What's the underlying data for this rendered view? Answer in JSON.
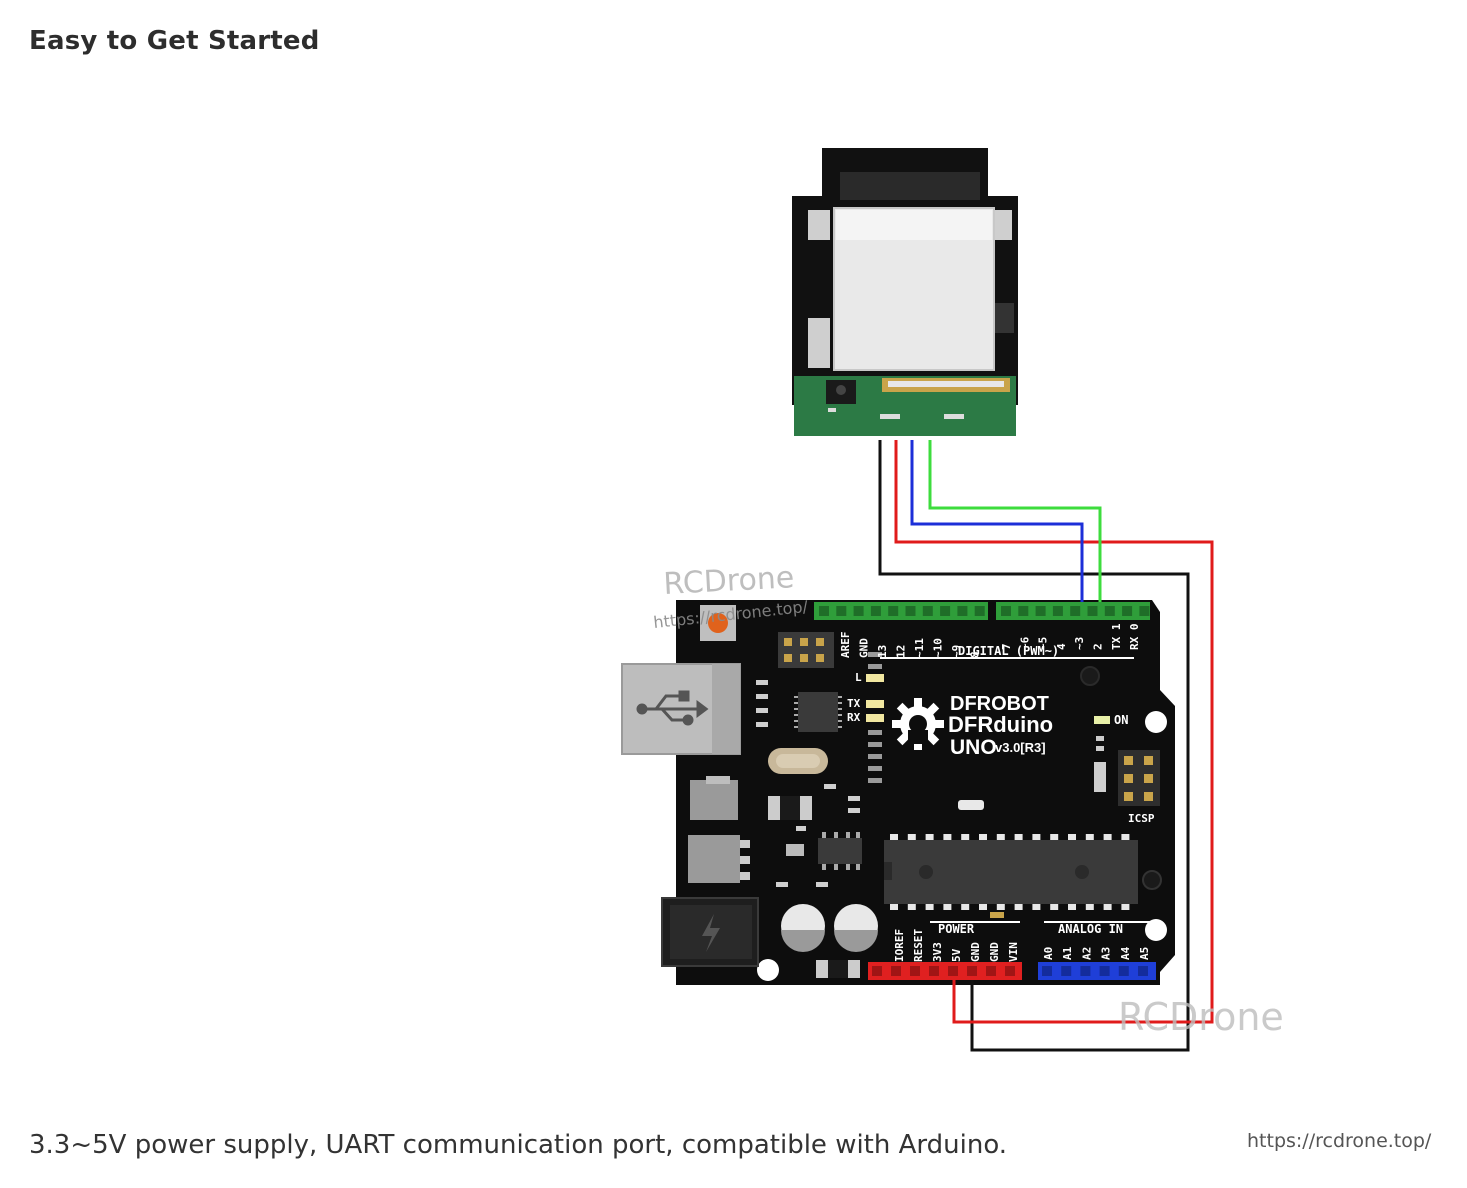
{
  "section_title": "Easy to Get Started",
  "caption": "3.3~5V power supply, UART communication port, compatible with Arduino.",
  "watermark": {
    "brand": "RCDrone",
    "url": "https://rcdrone.top/"
  },
  "board": {
    "brand_line1": "DFROBOT",
    "brand_line2": "DFRduino",
    "model": "UNO",
    "version": "v3.0[R3]",
    "digital_header_label": "DIGITAL (PWM~)",
    "power_header_label": "POWER",
    "analog_header_label": "ANALOG IN",
    "icsp_label": "ICSP",
    "on_label": "ON",
    "l_label": "L",
    "tx_label": "TX",
    "rx_label": "RX",
    "digital_pins": [
      "AREF",
      "GND",
      "13",
      "12",
      "~11",
      "~10",
      "~9",
      "8",
      "7",
      "~6",
      "~5",
      "4",
      "~3",
      "2",
      "TX 1",
      "RX 0"
    ],
    "power_pins": [
      "IOREF",
      "RESET",
      "3V3",
      "5V",
      "GND",
      "GND",
      "VIN"
    ],
    "analog_pins": [
      "A0",
      "A1",
      "A2",
      "A3",
      "A4",
      "A5"
    ]
  },
  "colors": {
    "wire_black": "#111111",
    "wire_red": "#e01b1b",
    "wire_blue": "#1c2fd8",
    "wire_green": "#3ddc3d",
    "pcb": "#0d0d0d",
    "sensor_board": "#2c7a45",
    "header_green": "#2f9e3a",
    "header_red": "#e02020",
    "header_blue": "#1f3fd8"
  }
}
